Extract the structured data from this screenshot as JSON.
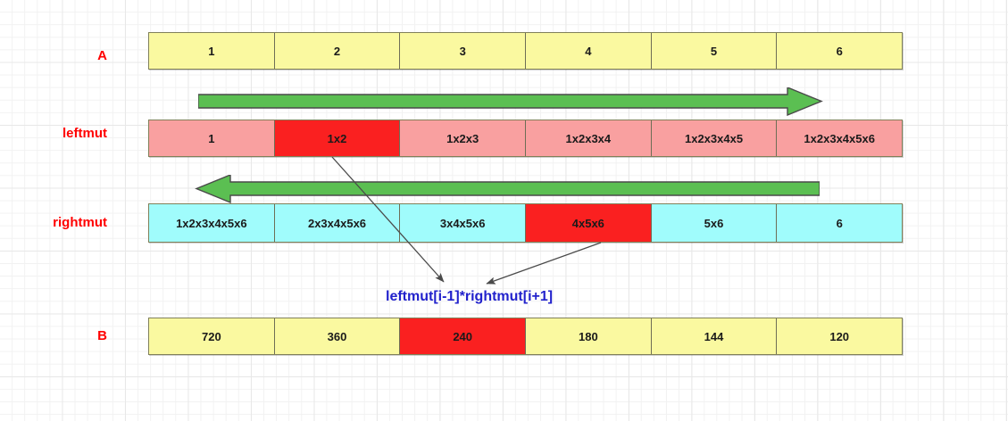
{
  "diagram": {
    "title_hidden": "",
    "colors": {
      "label_red": "#FF0000",
      "row_a_fill": "#FAF9A0",
      "row_b_fill": "#FAF9A0",
      "leftmut_fill": "#F9A0A0",
      "rightmut_fill": "#A0FCFC",
      "highlight_red": "#FA2020",
      "arrow_green": "#5BBF52",
      "formula_blue": "#2222CC",
      "cell_border": "#6E6E56"
    },
    "rows": [
      {
        "label": "A",
        "name": "array-a",
        "fill": "#FAF9A0",
        "highlight_index": -1,
        "cells": [
          "1",
          "2",
          "3",
          "4",
          "5",
          "6"
        ]
      },
      {
        "label": "leftmut",
        "name": "array-leftmut",
        "fill": "#F9A0A0",
        "highlight_index": 1,
        "cells": [
          "1",
          "1x2",
          "1x2x3",
          "1x2x3x4",
          "1x2x3x4x5",
          "1x2x3x4x5x6"
        ]
      },
      {
        "label": "rightmut",
        "name": "array-rightmut",
        "fill": "#A0FCFC",
        "highlight_index": 3,
        "cells": [
          "1x2x3x4x5x6",
          "2x3x4x5x6",
          "3x4x5x6",
          "4x5x6",
          "5x6",
          "6"
        ]
      },
      {
        "label": "B",
        "name": "array-b",
        "fill": "#FAF9A0",
        "highlight_index": 2,
        "cells": [
          "720",
          "360",
          "240",
          "180",
          "144",
          "120"
        ]
      }
    ],
    "arrows": {
      "forward": "left-to-right-sweep-arrow",
      "backward": "right-to-left-sweep-arrow"
    },
    "formula": "leftmut[i-1]*rightmut[i+1]"
  }
}
